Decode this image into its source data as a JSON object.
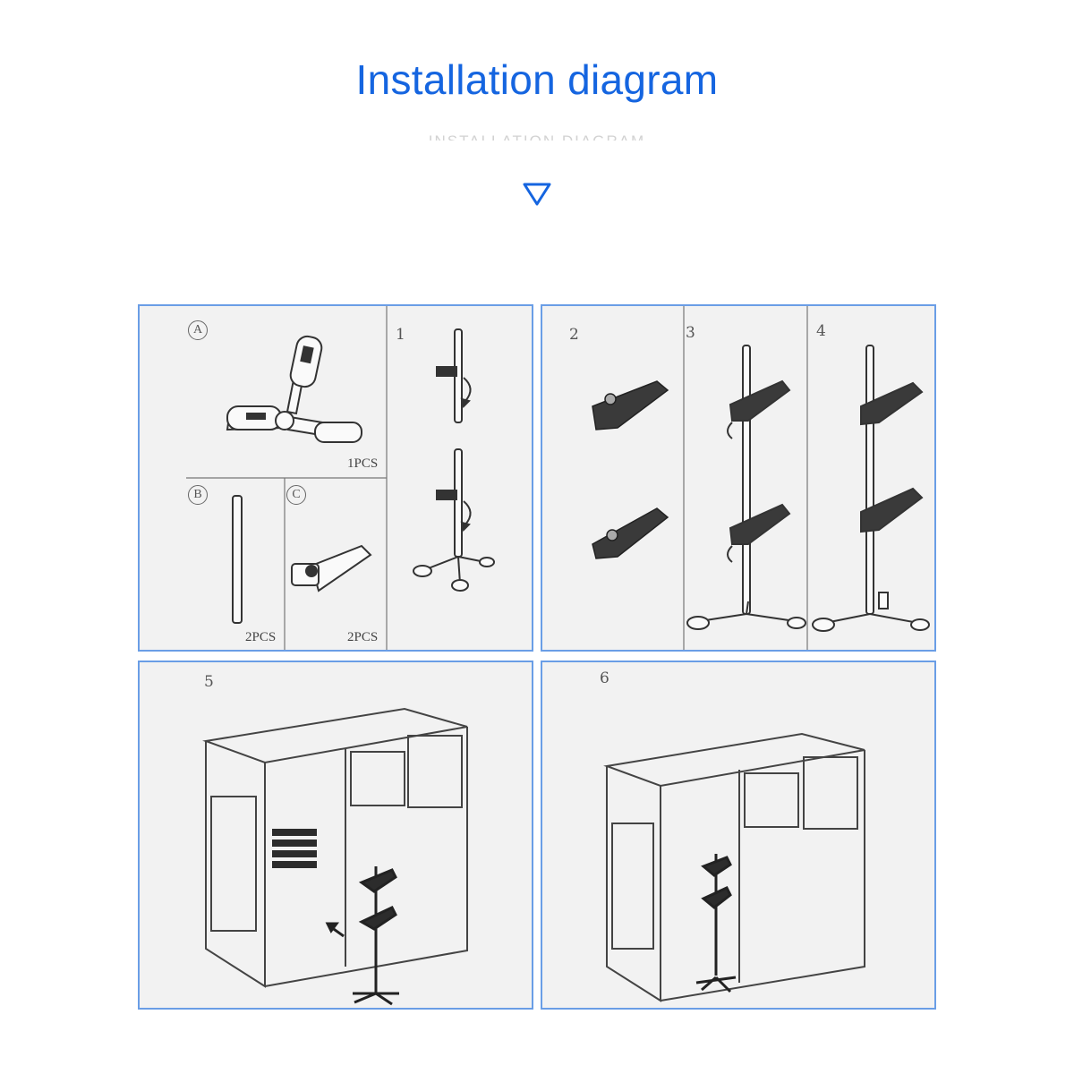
{
  "header": {
    "title": "Installation diagram",
    "subtitle": "INSTALLATION DIAGRAM"
  },
  "colors": {
    "accent": "#1565e0",
    "panel_border": "#6a9ee6",
    "part_fill": "#3a3a3a"
  },
  "icons": {
    "down_arrow": "down-triangle-icon"
  },
  "panel_parts": {
    "part_a": "A",
    "part_a_qty": "1PCS",
    "part_b": "B",
    "part_b_qty": "2PCS",
    "part_c": "C",
    "part_c_qty": "2PCS",
    "step_1": "1"
  },
  "panel_steps": {
    "step_2": "2",
    "step_3": "3",
    "step_4": "4"
  },
  "panel_5": {
    "step": "5"
  },
  "panel_6": {
    "step": "6"
  }
}
